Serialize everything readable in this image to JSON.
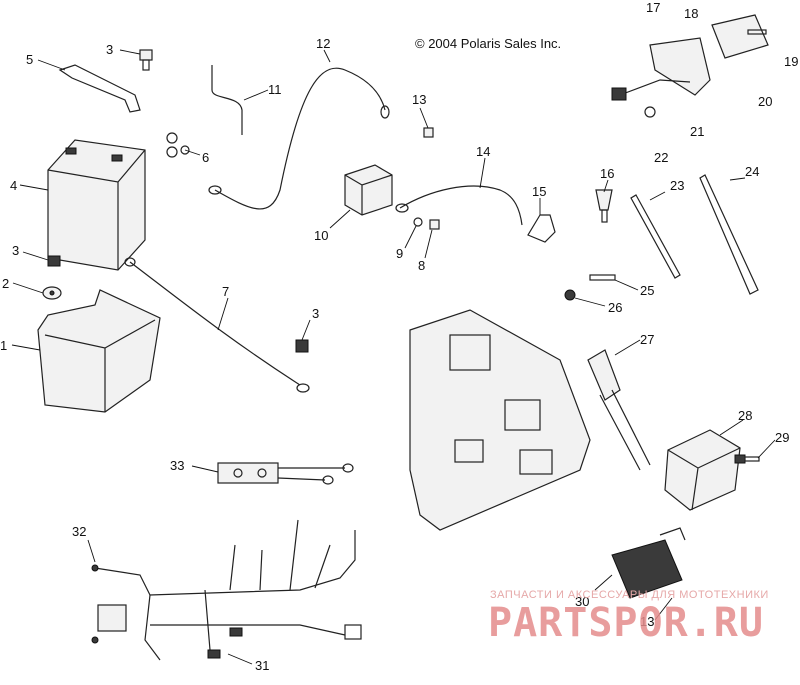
{
  "copyright": "© 2004 Polaris Sales Inc.",
  "watermark": {
    "tagline": "ЗАПЧАСТИ И АКСЕССУАРЫ ДЛЯ МОТОТЕХНИКИ",
    "brand": "PARTSPOR.RU"
  },
  "callouts": [
    "1",
    "2",
    "3",
    "4",
    "5",
    "6",
    "7",
    "8",
    "9",
    "10",
    "11",
    "12",
    "13",
    "14",
    "15",
    "16",
    "17",
    "18",
    "19",
    "20",
    "21",
    "22",
    "23",
    "24",
    "25",
    "26",
    "27",
    "28",
    "29",
    "30",
    "31",
    "32",
    "33"
  ]
}
